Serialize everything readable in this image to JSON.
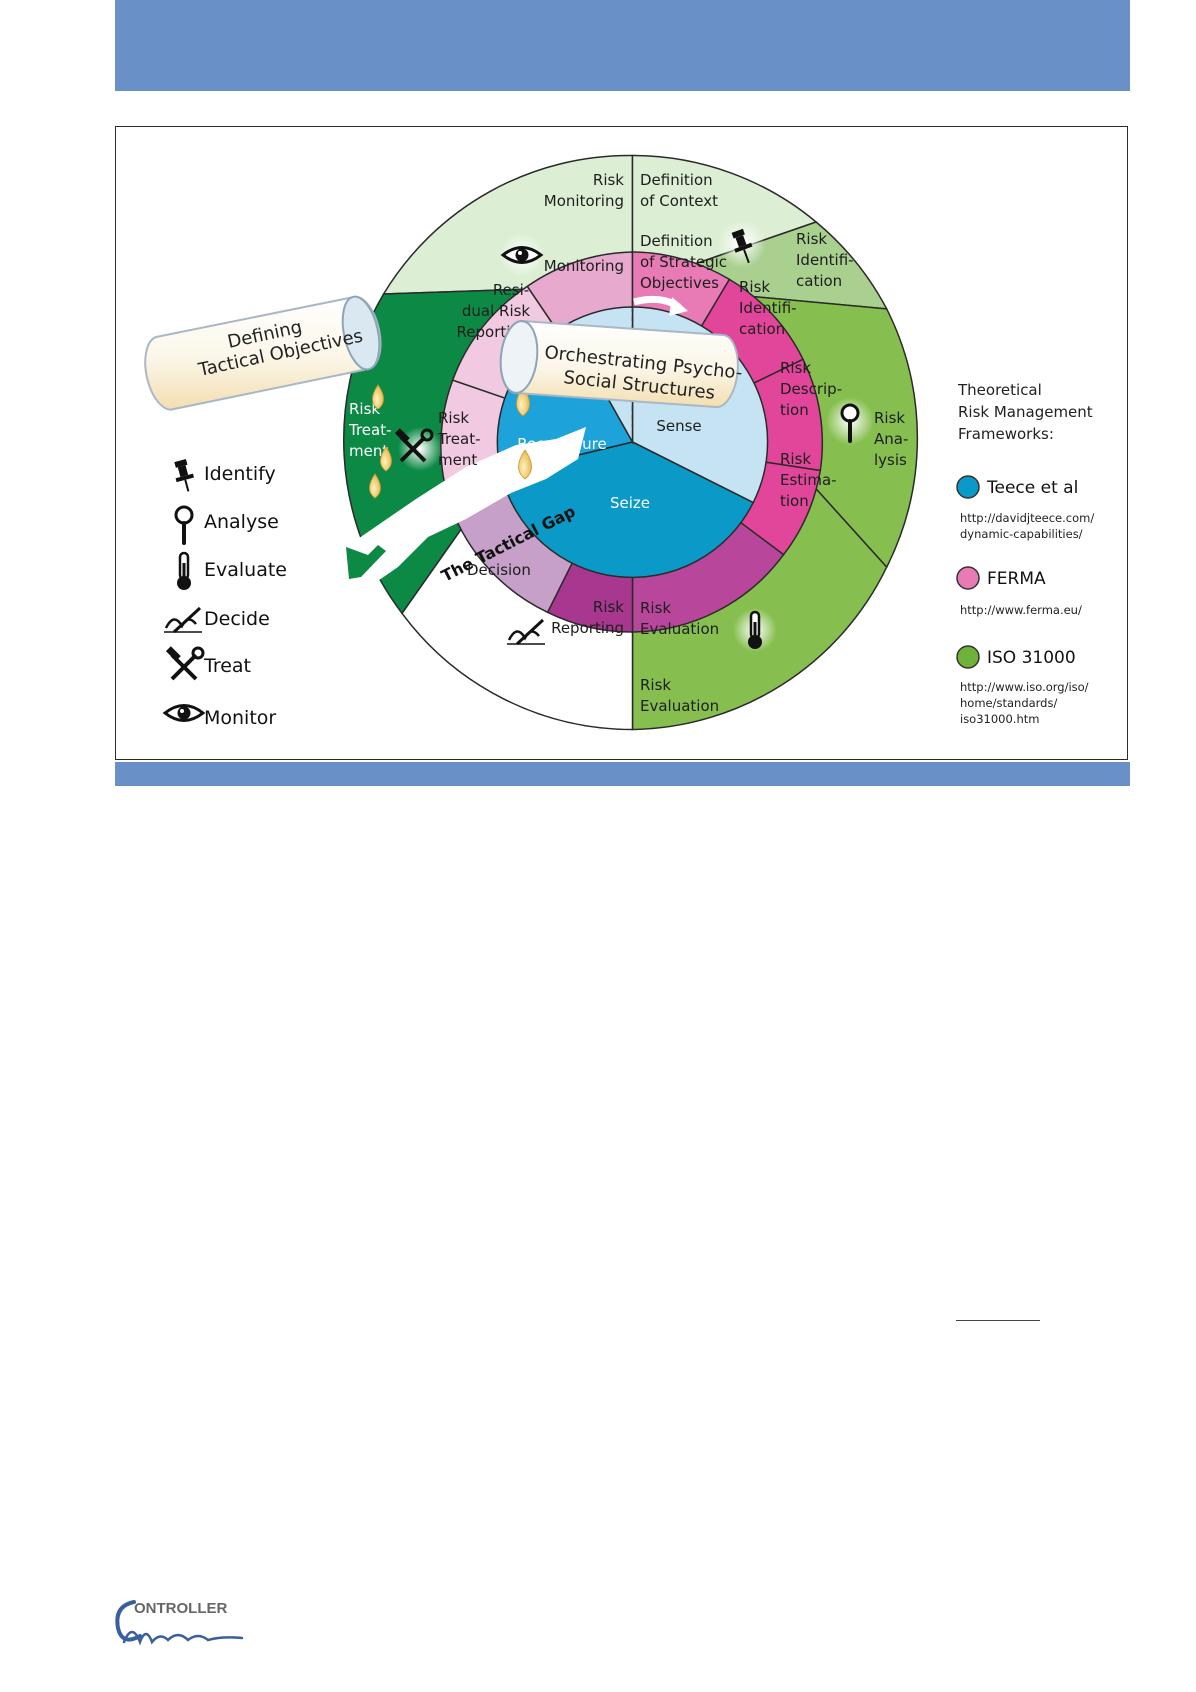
{
  "colors": {
    "band": "#6990c7",
    "iso_light": "#dcefd4",
    "iso_mid": "#a9d08f",
    "iso_strong": "#86bf4f",
    "iso_dark": "#0c8a45",
    "ferma_light": "#f1c9e0",
    "ferma_mid": "#e87bb6",
    "ferma_strong": "#e1469a",
    "ferma_purple": "#b8479b",
    "ferma_lilac": "#c6a0c8",
    "ferma_plum": "#a8378f",
    "teece_light": "#c5e3f2",
    "teece_mid": "#1da3d9",
    "teece_dark": "#0b9ac8"
  },
  "diagram": {
    "outer_ring": {
      "risk_monitoring": [
        "Risk",
        "Monitoring"
      ],
      "definition_of_context": [
        "Definition",
        "of Context"
      ],
      "risk_identification": [
        "Risk",
        "Identifi-",
        "cation"
      ],
      "risk_analysis": [
        "Risk",
        "Ana-",
        "lysis"
      ],
      "risk_evaluation": [
        "Risk",
        "Evaluation"
      ],
      "risk_treatment": [
        "Risk",
        "Treat-",
        "ment"
      ]
    },
    "middle_ring": {
      "monitoring": "Monitoring",
      "definition_of_strategic_objectives": [
        "Definition",
        "of Strategic",
        "Objectives"
      ],
      "risk_identification": [
        "Risk",
        "Identifi-",
        "cation"
      ],
      "risk_description": [
        "Risk",
        "Descrip-",
        "tion"
      ],
      "risk_estimation": [
        "Risk",
        "Estima-",
        "tion"
      ],
      "risk_evaluation": [
        "Risk",
        "Evaluation"
      ],
      "risk_reporting": [
        "Risk",
        "Reporting"
      ],
      "decision": "Decision",
      "risk_treatment": [
        "Risk",
        "Treat-",
        "ment"
      ],
      "residual_risk_reporting": [
        "Resi-",
        "dual Risk",
        "Reporting"
      ]
    },
    "inner_circle": {
      "sense": "Sense",
      "seize": "Seize",
      "reconfigure": "Reconfigure"
    },
    "tube_left": [
      "Defining",
      "Tactical  Objectives"
    ],
    "tube_center": [
      "Orchestrating Psycho-",
      "Social Structures"
    ],
    "tactical_gap": "The Tactical Gap"
  },
  "legend_actions": [
    {
      "icon": "pushpin-icon",
      "label": "Identify"
    },
    {
      "icon": "magnifier-icon",
      "label": "Analyse"
    },
    {
      "icon": "thermometer-icon",
      "label": "Evaluate"
    },
    {
      "icon": "signature-icon",
      "label": "Decide"
    },
    {
      "icon": "tools-icon",
      "label": "Treat"
    },
    {
      "icon": "eye-icon",
      "label": "Monitor"
    }
  ],
  "frameworks": {
    "title": [
      "Theoretical",
      "Risk Management",
      "Frameworks:"
    ],
    "items": [
      {
        "name": "Teece et al",
        "color": "#0b9ac8",
        "url": [
          "http://davidjteece.com/",
          "dynamic-capabilities/"
        ]
      },
      {
        "name": "FERMA",
        "color": "#e87bb6",
        "url": [
          "http://www.ferma.eu/"
        ]
      },
      {
        "name": "ISO 31000",
        "color": "#6fb23a",
        "url": [
          "http://www.iso.org/iso/",
          "home/standards/",
          "iso31000.htm"
        ]
      }
    ]
  },
  "logo": {
    "text": "ONTROLLER",
    "initial": "C",
    "script": "Magazin"
  }
}
